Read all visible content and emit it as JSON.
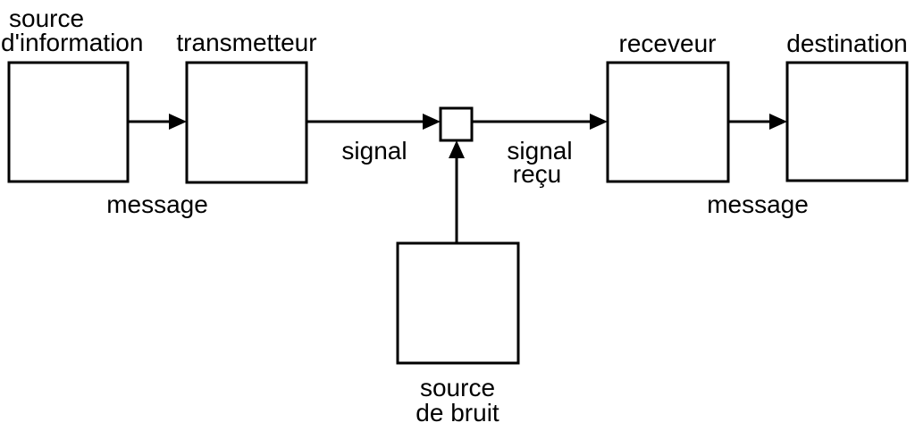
{
  "diagram": {
    "title": "communication model diagram",
    "background_color": "#ffffff",
    "stroke_color": "#000000",
    "nodes": {
      "information_source": {
        "label_line1": "source",
        "label_line2": "d'information"
      },
      "transmitter": {
        "label": "transmetteur"
      },
      "channel_junction": {
        "label": ""
      },
      "noise_source": {
        "label_line1": "source",
        "label_line2": "de bruit"
      },
      "receiver": {
        "label": "receveur"
      },
      "destination": {
        "label": "destination"
      }
    },
    "edge_labels": {
      "message_left": "message",
      "signal": "signal",
      "signal_received_line1": "signal",
      "signal_received_line2": "reçu",
      "message_right": "message"
    }
  }
}
